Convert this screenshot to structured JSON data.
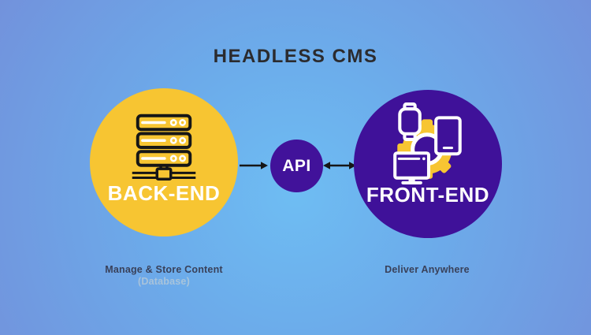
{
  "title": "HEADLESS CMS",
  "nodes": {
    "backend": {
      "label": "BACK-END",
      "color": "#f7c532",
      "icon": "server-icon"
    },
    "api": {
      "label": "API",
      "color": "#41129a"
    },
    "frontend": {
      "label": "FRONT-END",
      "color": "#3f1199",
      "icons": [
        "gear-icon",
        "smartwatch-icon",
        "smartphone-icon",
        "monitor-icon"
      ]
    }
  },
  "captions": {
    "backend": {
      "line1": "Manage & Store Content",
      "line2": "(Database)"
    },
    "frontend": {
      "line1": "Deliver Anywhere"
    }
  },
  "connections": [
    {
      "from": "backend",
      "to": "api",
      "type": "arrow-right"
    },
    {
      "from": "api",
      "to": "frontend",
      "type": "arrow-both"
    }
  ],
  "colors": {
    "background_center": "#6ebdf3",
    "background_edge": "#7292dc",
    "yellow": "#f7c532",
    "purple": "#3f1199",
    "title_text": "#2b2b2e",
    "caption_text": "#39415a",
    "node_label_text": "#ffffff",
    "line_black": "#161616"
  }
}
